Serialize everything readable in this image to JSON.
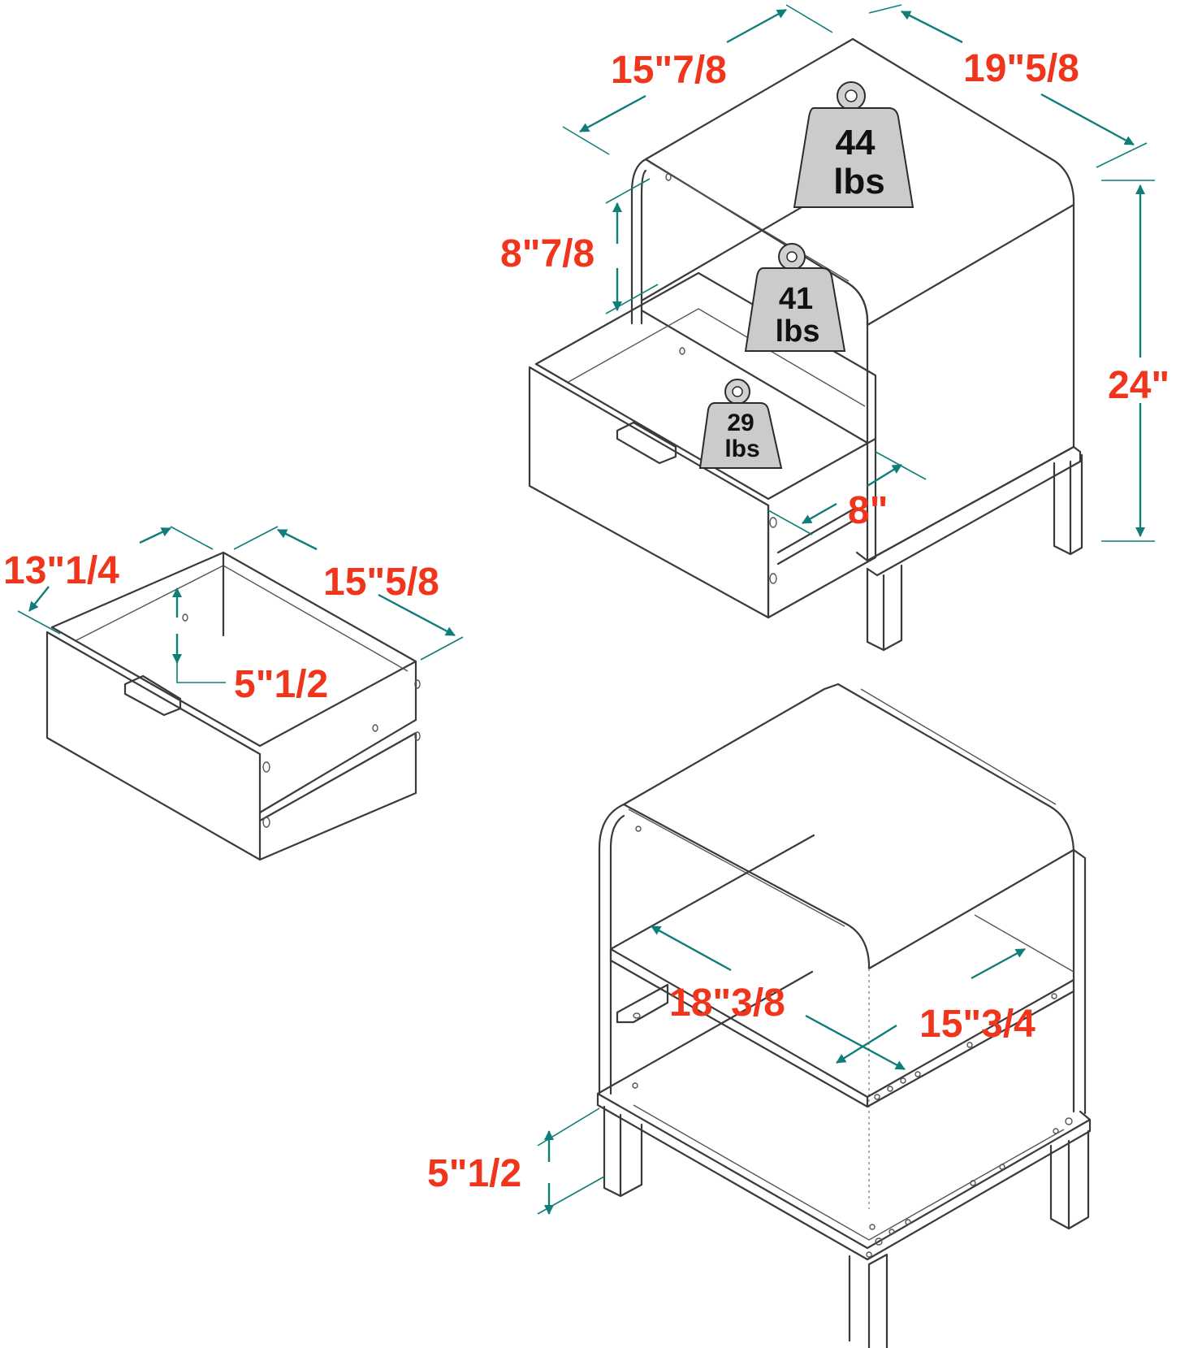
{
  "colors": {
    "dimension_text": "#f0351c",
    "dimension_arrow": "#0f7d78",
    "line_art": "#3a3a3a",
    "weight_fill": "#c9cccb"
  },
  "cabinet": {
    "width": "19\"5/8",
    "depth": "15\"7/8",
    "height": "24\"",
    "shelf_opening_height": "8\"7/8",
    "drawer_opening_depth": "8\""
  },
  "weights": {
    "top": {
      "value": "44",
      "unit": "lbs"
    },
    "shelf": {
      "value": "41",
      "unit": "lbs"
    },
    "drawer": {
      "value": "29",
      "unit": "lbs"
    }
  },
  "drawer": {
    "width": "13\"1/4",
    "length": "15\"5/8",
    "height": "5\"1/2"
  },
  "open_cabinet": {
    "shelf_width": "18\"3/8",
    "shelf_depth": "15\"3/4",
    "leg_height": "5\"1/2"
  }
}
